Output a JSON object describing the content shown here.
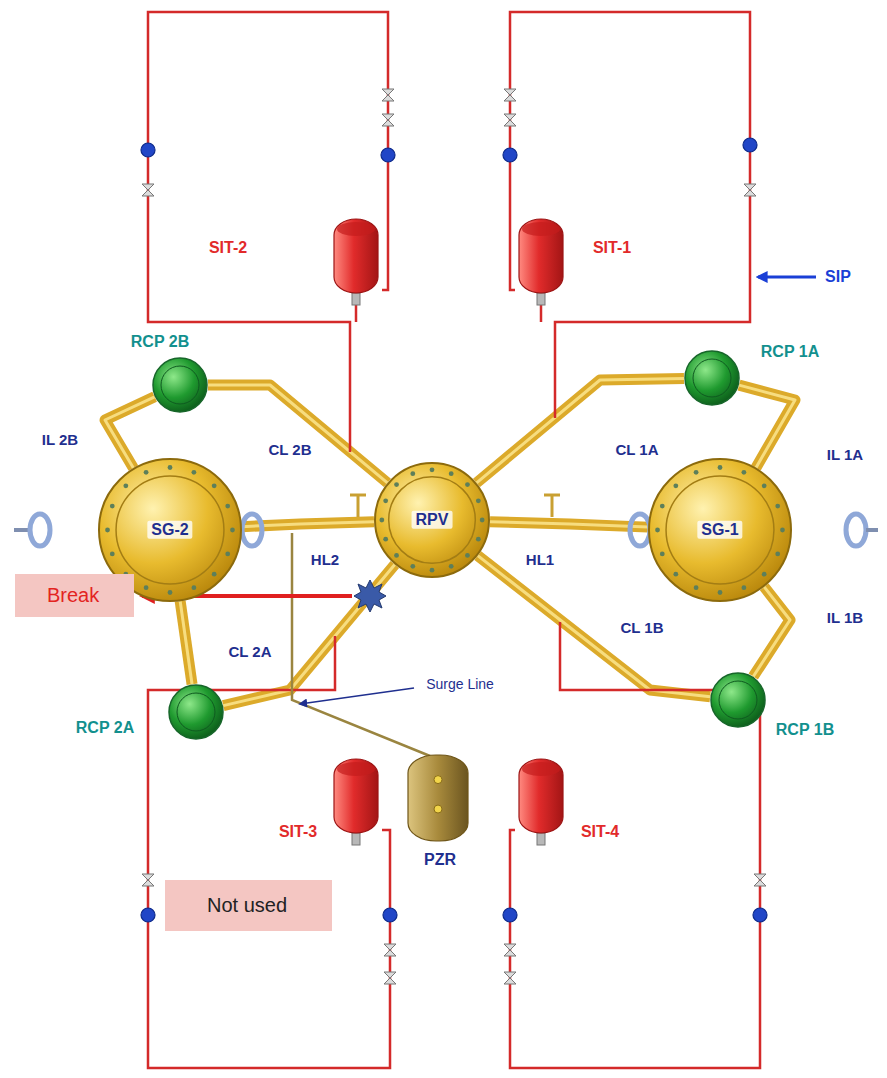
{
  "diagram": {
    "nodes": [
      {
        "text": [
          "SIT-2"
        ]
      },
      {
        "text": [
          "SIT-1"
        ]
      },
      {
        "text": [
          "RCP 2B"
        ]
      },
      {
        "text": [
          "RCP 1A"
        ]
      },
      {
        "text": [
          "SG-2"
        ]
      },
      {
        "text": [
          "RPV"
        ]
      },
      {
        "text": [
          "SG-1"
        ]
      },
      {
        "text": [
          "Break"
        ]
      },
      {
        "text": [
          "RCP 2A"
        ]
      },
      {
        "text": [
          "RCP 1B"
        ]
      },
      {
        "text": [
          "SIT-3"
        ]
      },
      {
        "text": [
          "PZR"
        ]
      },
      {
        "text": [
          "SIT-4"
        ]
      },
      {
        "text": [
          "Not used"
        ]
      }
    ],
    "edges": [
      {
        "from": 5,
        "to": 4,
        "arrow": "none",
        "label": "HL2"
      },
      {
        "from": 5,
        "to": 6,
        "arrow": "none",
        "label": "HL1"
      },
      {
        "from": 4,
        "to": 2,
        "arrow": "none",
        "label": "IL 2B"
      },
      {
        "from": 2,
        "to": 5,
        "arrow": "none",
        "label": "CL 2B"
      },
      {
        "from": 6,
        "to": 3,
        "arrow": "none",
        "label": "IL 1A"
      },
      {
        "from": 3,
        "to": 5,
        "arrow": "none",
        "label": "CL 1A"
      },
      {
        "from": 4,
        "to": 8,
        "arrow": "none"
      },
      {
        "from": 8,
        "to": 5,
        "arrow": "none",
        "label": "CL 2A"
      },
      {
        "from": 6,
        "to": 9,
        "arrow": "none",
        "label": "IL 1B"
      },
      {
        "from": 9,
        "to": 5,
        "arrow": "none",
        "label": "CL 1B"
      }
    ],
    "labels": [
      "SIP",
      "Surge Line"
    ]
  }
}
